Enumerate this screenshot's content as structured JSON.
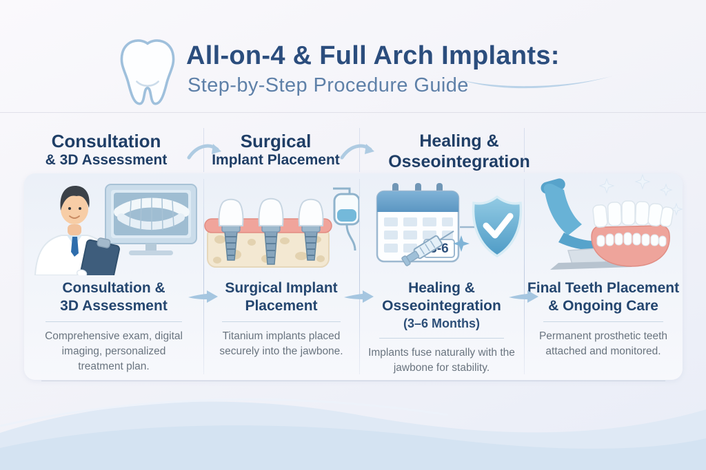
{
  "page": {
    "title": "All-on-4 & Full Arch Implants:",
    "subtitle": "Step-by-Step Procedure Guide"
  },
  "flow_header": {
    "steps": [
      {
        "line1": "Consultation",
        "line2": "& 3D Assessment"
      },
      {
        "line1": "Surgical",
        "line2": "Implant Placement"
      },
      {
        "line1": "Healing & Osseointegration",
        "line2": "(3–6 Months)"
      }
    ]
  },
  "steps": [
    {
      "title_line1": "Consultation &",
      "title_line2": "3D Assessment",
      "description": "Comprehensive exam, digital imaging, personalized treatment plan."
    },
    {
      "title_line1": "Surgical Implant",
      "title_line2": "Placement",
      "description": "Titanium implants placed securely into the jawbone."
    },
    {
      "title_line1": "Healing &",
      "title_line2": "Osseointegration",
      "title_line3": "(3–6 Months)",
      "description": "Implants fuse naturally with the jawbone for stability."
    },
    {
      "title_line1": "Final Teeth Placement",
      "title_line2": "& Ongoing Care",
      "description": "Permanent prosthetic teeth attached and monitored."
    }
  ],
  "illustrations": {
    "calendar_label": "3-6"
  },
  "icons": {
    "tooth_logo": "outlined tooth",
    "monitor_xray": "monitor showing panoramic dental x-ray",
    "clipboard": "dentist clipboard",
    "implants": "three titanium implants with crowns in jawbone",
    "iv_drip": "iv drip bag",
    "calendar": "calendar with month range",
    "shield_check": "shield with checkmark",
    "syringe": "syringe with sparkle",
    "dental_chair": "dental chair",
    "denture": "full arch prosthetic teeth",
    "flow_arrow": "light blue arrow"
  },
  "colors": {
    "title_navy": "#2b4d7d",
    "step_navy": "#1f3e66",
    "body_text": "#69747f",
    "arrow_blue": "#a8c8e2",
    "accent_blue": "#5fa7cd",
    "gum_pink": "#f0a49b",
    "bone_beige": "#f3e8d2"
  }
}
